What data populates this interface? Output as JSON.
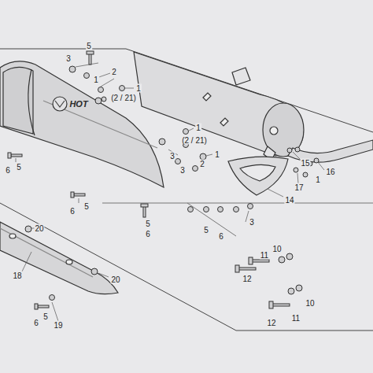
{
  "diagram": {
    "labels": [
      "3",
      "5",
      "2",
      "1",
      "1",
      "(2 / 21)",
      "HOT",
      "1",
      "(2 / 21)",
      "1",
      "2",
      "3",
      "3",
      "6",
      "5",
      "15",
      "16",
      "1",
      "17",
      "14",
      "6",
      "5",
      "20",
      "5",
      "6",
      "5",
      "6",
      "3",
      "18",
      "20",
      "10",
      "11",
      "12",
      "10",
      "11",
      "12",
      "6",
      "5",
      "19"
    ]
  }
}
